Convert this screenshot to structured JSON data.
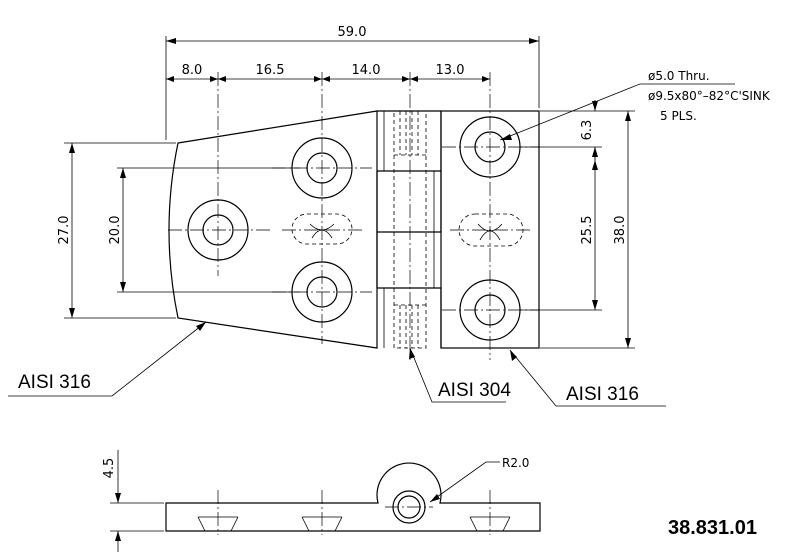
{
  "dimensions": {
    "overall_length": "59.0",
    "pitch_1": "8.0",
    "pitch_2": "16.5",
    "pitch_3": "14.0",
    "pitch_4": "13.0",
    "left_height": "27.0",
    "left_hole_spacing": "20.0",
    "right_top_offset": "6.3",
    "right_hole_spacing": "25.5",
    "right_height": "38.0",
    "thickness": "4.5",
    "knuckle_radius": "R2.0"
  },
  "hole_note": {
    "line1": "ø5.0  Thru.",
    "line2": "ø9.5x80°–82°C'SINK",
    "line3": "5  PLS."
  },
  "materials": {
    "left_leaf": "AISI 316",
    "pin": "AISI 304",
    "right_leaf": "AISI 316"
  },
  "part_number": "38.831.01"
}
